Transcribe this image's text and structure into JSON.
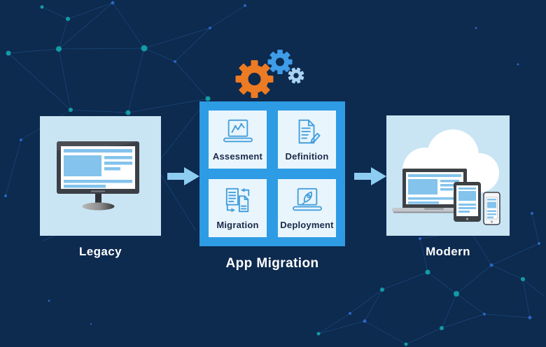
{
  "infographic": {
    "stages": [
      {
        "id": "legacy",
        "label": "Legacy",
        "icon": "desktop-monitor-icon"
      },
      {
        "id": "app_migration",
        "label": "App Migration",
        "icon": "gears-icon",
        "steps": [
          {
            "label": "Assesment",
            "icon": "analytics-laptop-icon"
          },
          {
            "label": "Definition",
            "icon": "document-edit-icon"
          },
          {
            "label": "Migration",
            "icon": "documents-transfer-icon"
          },
          {
            "label": "Deployment",
            "icon": "rocket-laptop-icon"
          }
        ]
      },
      {
        "id": "modern",
        "label": "Modern",
        "icon": "cloud-devices-icon"
      }
    ],
    "connectors": [
      {
        "from": "legacy",
        "to": "app_migration",
        "icon": "arrow-right-icon"
      },
      {
        "from": "app_migration",
        "to": "modern",
        "icon": "arrow-right-icon"
      }
    ],
    "colors": {
      "background": "#0d2a4f",
      "stage_panel": "#c9e5f4",
      "migration_panel": "#2e9ce4",
      "tile": "#e9f5fc",
      "icon_stroke": "#459fdd",
      "arrow": "#8ecdf2",
      "gear_orange": "#ec7b23",
      "gear_blue": "#3f9ce8",
      "gear_light": "#a8d3f1",
      "stage_label_text": "#ffffff",
      "step_label_text": "#1b2a4a",
      "network_node_teal": "#13a7ad",
      "network_node_blue": "#2e6fd2",
      "network_line": "#1c4e82"
    }
  }
}
